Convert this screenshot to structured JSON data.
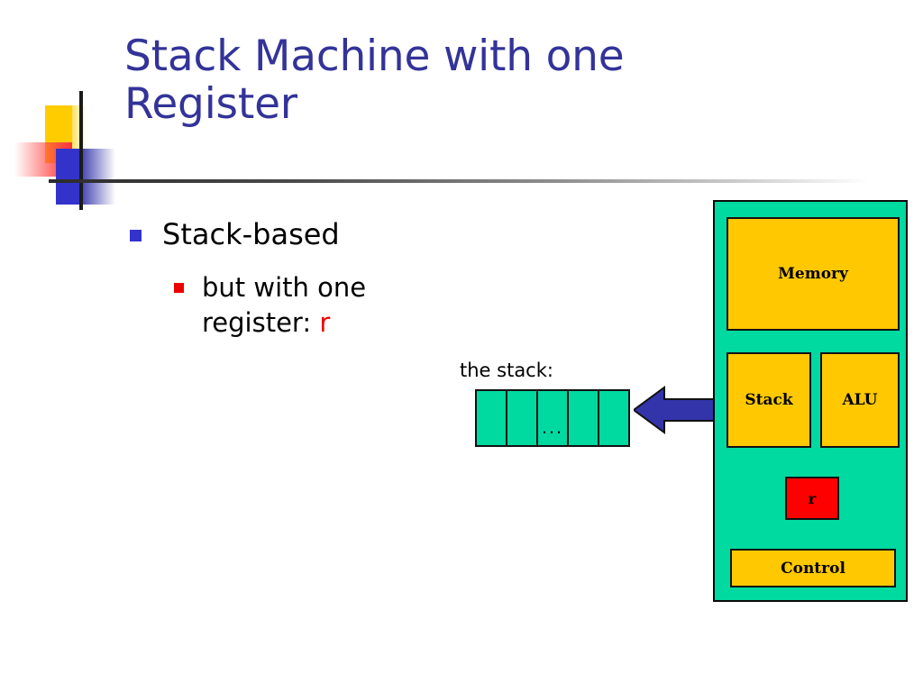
{
  "slide": {
    "title": "Stack Machine with one Register",
    "title_color": "#333399",
    "background": "#FFFFFF"
  },
  "bullets": [
    {
      "level": 1,
      "marker": "blue-square-bullet",
      "marker_color": "#3333CC",
      "text": "Stack-based"
    },
    {
      "level": 2,
      "marker": "red-square-bullet",
      "marker_color": "#EE0000",
      "text": "but with one register: ",
      "highlight": "r",
      "highlight_color": "#EE0000"
    }
  ],
  "diagram": {
    "stack_label": "the stack:",
    "stack_cells": [
      {
        "text": ""
      },
      {
        "text": ""
      },
      {
        "text": "..."
      },
      {
        "text": ""
      },
      {
        "text": ""
      }
    ],
    "cell_color": "#00D9A0",
    "arrow": {
      "name": "left-arrow",
      "direction": "left",
      "color": "#3333AA"
    },
    "cpu": {
      "panel_color": "#00D9A0",
      "box_color": "#FFC800",
      "register_color": "#FF0000",
      "boxes": [
        {
          "id": "memory",
          "label": "Memory"
        },
        {
          "id": "stack",
          "label": "Stack"
        },
        {
          "id": "alu",
          "label": "ALU"
        },
        {
          "id": "register",
          "label": "r"
        },
        {
          "id": "control",
          "label": "Control"
        }
      ]
    }
  }
}
